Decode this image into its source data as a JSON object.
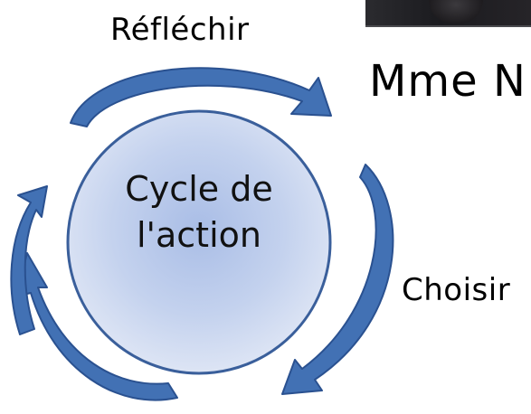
{
  "diagram": {
    "center_line1": "Cycle de",
    "center_line2": "l'action",
    "step_top": "Réfléchir",
    "step_right": "Choisir"
  },
  "header": {
    "author": "Mme N"
  },
  "colors": {
    "arrow_fill": "#3d6db0",
    "arrow_stroke": "#2a5190",
    "circle_center": "#c7d4ee",
    "circle_edge": "#a7b9dd",
    "circle_stroke": "#3a5f9b"
  }
}
